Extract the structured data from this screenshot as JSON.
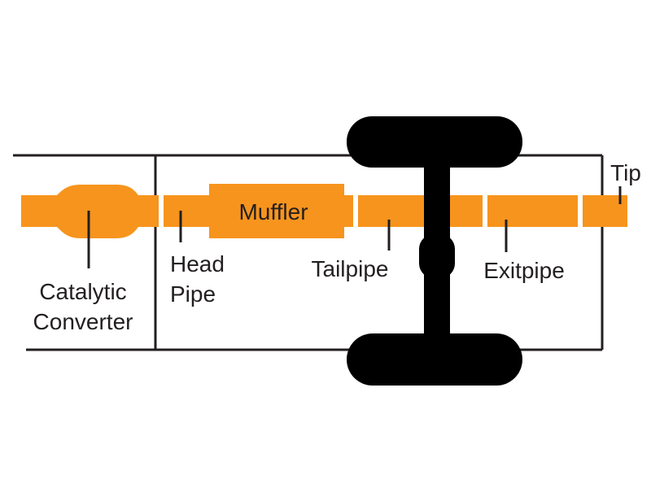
{
  "title": "Exhaust system diagram",
  "colors": {
    "pipe": "#f7941d",
    "frame": "#231f20",
    "axle": "#000000",
    "background": "#ffffff"
  },
  "labels": {
    "catalytic_converter": [
      "Catalytic",
      "Converter"
    ],
    "head_pipe": [
      "Head",
      "Pipe"
    ],
    "muffler": "Muffler",
    "tailpipe": "Tailpipe",
    "exitpipe": "Exitpipe",
    "tip": "Tip"
  }
}
